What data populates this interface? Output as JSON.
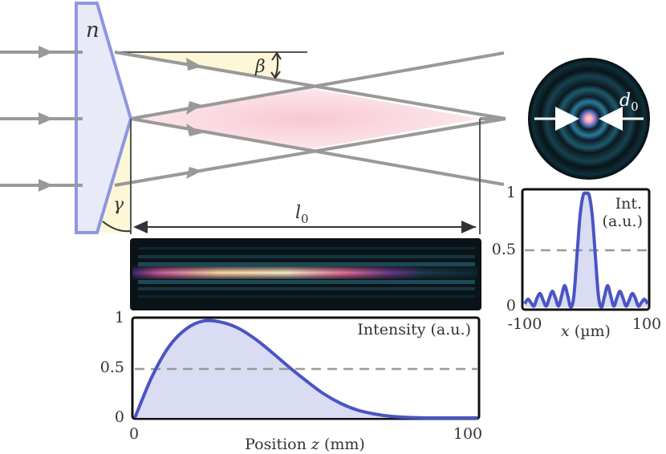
{
  "diagram": {
    "labels": {
      "refractive_index": "n",
      "deflection_angle": "β",
      "prism_angle": "γ",
      "length_symbol": "l",
      "length_subscript": "0",
      "diameter_symbol": "d",
      "diameter_subscript": "0"
    }
  },
  "colors": {
    "ray": "#999999",
    "axicon_fill": "#e8eaf8",
    "axicon_stroke": "#8f96e0",
    "curve": "#4a54c4",
    "curve_fill": "#d9dcf2",
    "overlap_zone": "#fbd6de",
    "angle_shade": "#fdf7d8",
    "dashed": "#999999"
  },
  "chart_data": [
    {
      "type": "area",
      "title": "",
      "annotation": "Intensity (a.u.)",
      "xlabel_prefix": "Position",
      "xlabel_var": "z",
      "xlabel_unit": "(mm)",
      "xlim": [
        0,
        100
      ],
      "ylim": [
        0,
        1
      ],
      "x_ticks": [
        "0",
        "100"
      ],
      "y_ticks": [
        "0",
        "0.5",
        "1"
      ],
      "reference_line": 0.5,
      "x": [
        0,
        5,
        10,
        15,
        20,
        25,
        30,
        35,
        40,
        45,
        50,
        55,
        60,
        65,
        70,
        75,
        80,
        85,
        90,
        95,
        100
      ],
      "y": [
        0,
        0.42,
        0.73,
        0.91,
        0.99,
        0.98,
        0.92,
        0.81,
        0.67,
        0.52,
        0.38,
        0.25,
        0.15,
        0.08,
        0.04,
        0.015,
        0.005,
        0,
        0,
        0,
        0
      ]
    },
    {
      "type": "area",
      "title": "",
      "annotation_line1": "Int.",
      "annotation_line2": "(a.u.)",
      "xlabel_var": "x",
      "xlabel_unit": "(µm)",
      "xlim": [
        -100,
        100
      ],
      "ylim": [
        0,
        1
      ],
      "x_ticks": [
        "-100",
        "100"
      ],
      "y_ticks": [
        "0",
        "0.5",
        "1"
      ],
      "reference_line": 0.5,
      "x": [
        -100,
        -95,
        -90,
        -85,
        -80,
        -75,
        -70,
        -65,
        -60,
        -55,
        -50,
        -45,
        -40,
        -35,
        -30,
        -25,
        -20,
        -15,
        -10,
        -5,
        0,
        5,
        10,
        15,
        20,
        25,
        30,
        35,
        40,
        45,
        50,
        55,
        60,
        65,
        70,
        75,
        80,
        85,
        90,
        95,
        100
      ],
      "y": [
        0.03,
        0.07,
        0.04,
        0.01,
        0.08,
        0.12,
        0.06,
        0.01,
        0.08,
        0.14,
        0.08,
        0.01,
        0.1,
        0.19,
        0.1,
        0.0,
        0.1,
        0.45,
        0.8,
        0.98,
        1.0,
        0.98,
        0.8,
        0.45,
        0.1,
        0.0,
        0.1,
        0.19,
        0.1,
        0.01,
        0.08,
        0.14,
        0.08,
        0.01,
        0.06,
        0.12,
        0.08,
        0.01,
        0.04,
        0.07,
        0.03
      ]
    }
  ]
}
